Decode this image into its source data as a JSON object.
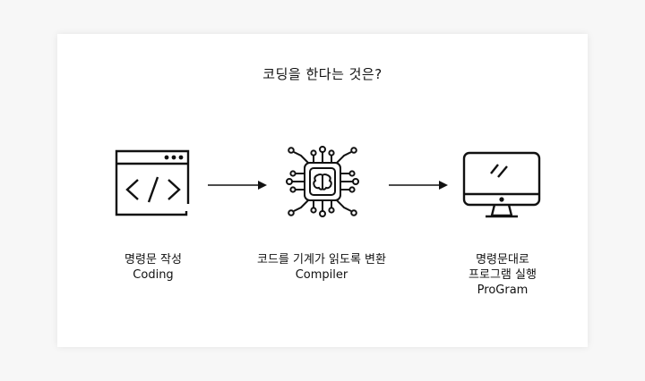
{
  "title": "코딩을 한다는 것은?",
  "steps": [
    {
      "icon": "code-window-icon",
      "label_ko": "명령문 작성",
      "label_en": "Coding"
    },
    {
      "icon": "ai-chip-brain-icon",
      "label_ko": "코드를 기계가 읽도록 변환",
      "label_en": "Compiler"
    },
    {
      "icon": "monitor-icon",
      "label_ko_line1": "명령문대로",
      "label_ko_line2": "프로그램 실행",
      "label_en": "ProGram"
    }
  ],
  "colors": {
    "stroke": "#111111",
    "card": "#ffffff",
    "background": "#f7f7f7"
  }
}
